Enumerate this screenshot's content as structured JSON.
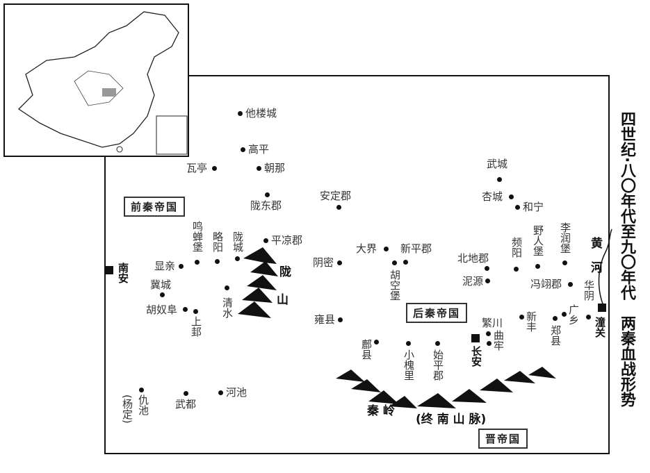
{
  "title": "四世纪·八〇年代至九〇年代　两秦血战形势",
  "states": [
    "前秦帝国",
    "后秦帝国",
    "晋帝国"
  ],
  "mountains": {
    "longshan": [
      "陇",
      "山"
    ],
    "qinling": "秦  岭",
    "zhongnan": "(终 南 山 脉)"
  },
  "river": [
    "黄",
    "河"
  ],
  "capitals": [
    "南安",
    "长安",
    "潼关"
  ],
  "places": [
    "他楼城",
    "高平",
    "瓦亭",
    "朝那",
    "陇东郡",
    "安定郡",
    "鸣蝉堡",
    "略阳",
    "陇城",
    "平凉郡",
    "显亲",
    "冀城",
    "清水",
    "胡奴阜",
    "上邽",
    "阴密",
    "大界",
    "新平郡",
    "胡空堡",
    "雍县",
    "鄜县",
    "小槐里",
    "始平郡",
    "繁川",
    "曲牢",
    "北地郡",
    "泥源",
    "频阳",
    "野人堡",
    "李润堡",
    "冯翊郡",
    "华阴",
    "广乡",
    "郑县",
    "新丰",
    "武城",
    "杏城",
    "和宁",
    "仇池",
    "(杨定)",
    "武都",
    "河池"
  ]
}
